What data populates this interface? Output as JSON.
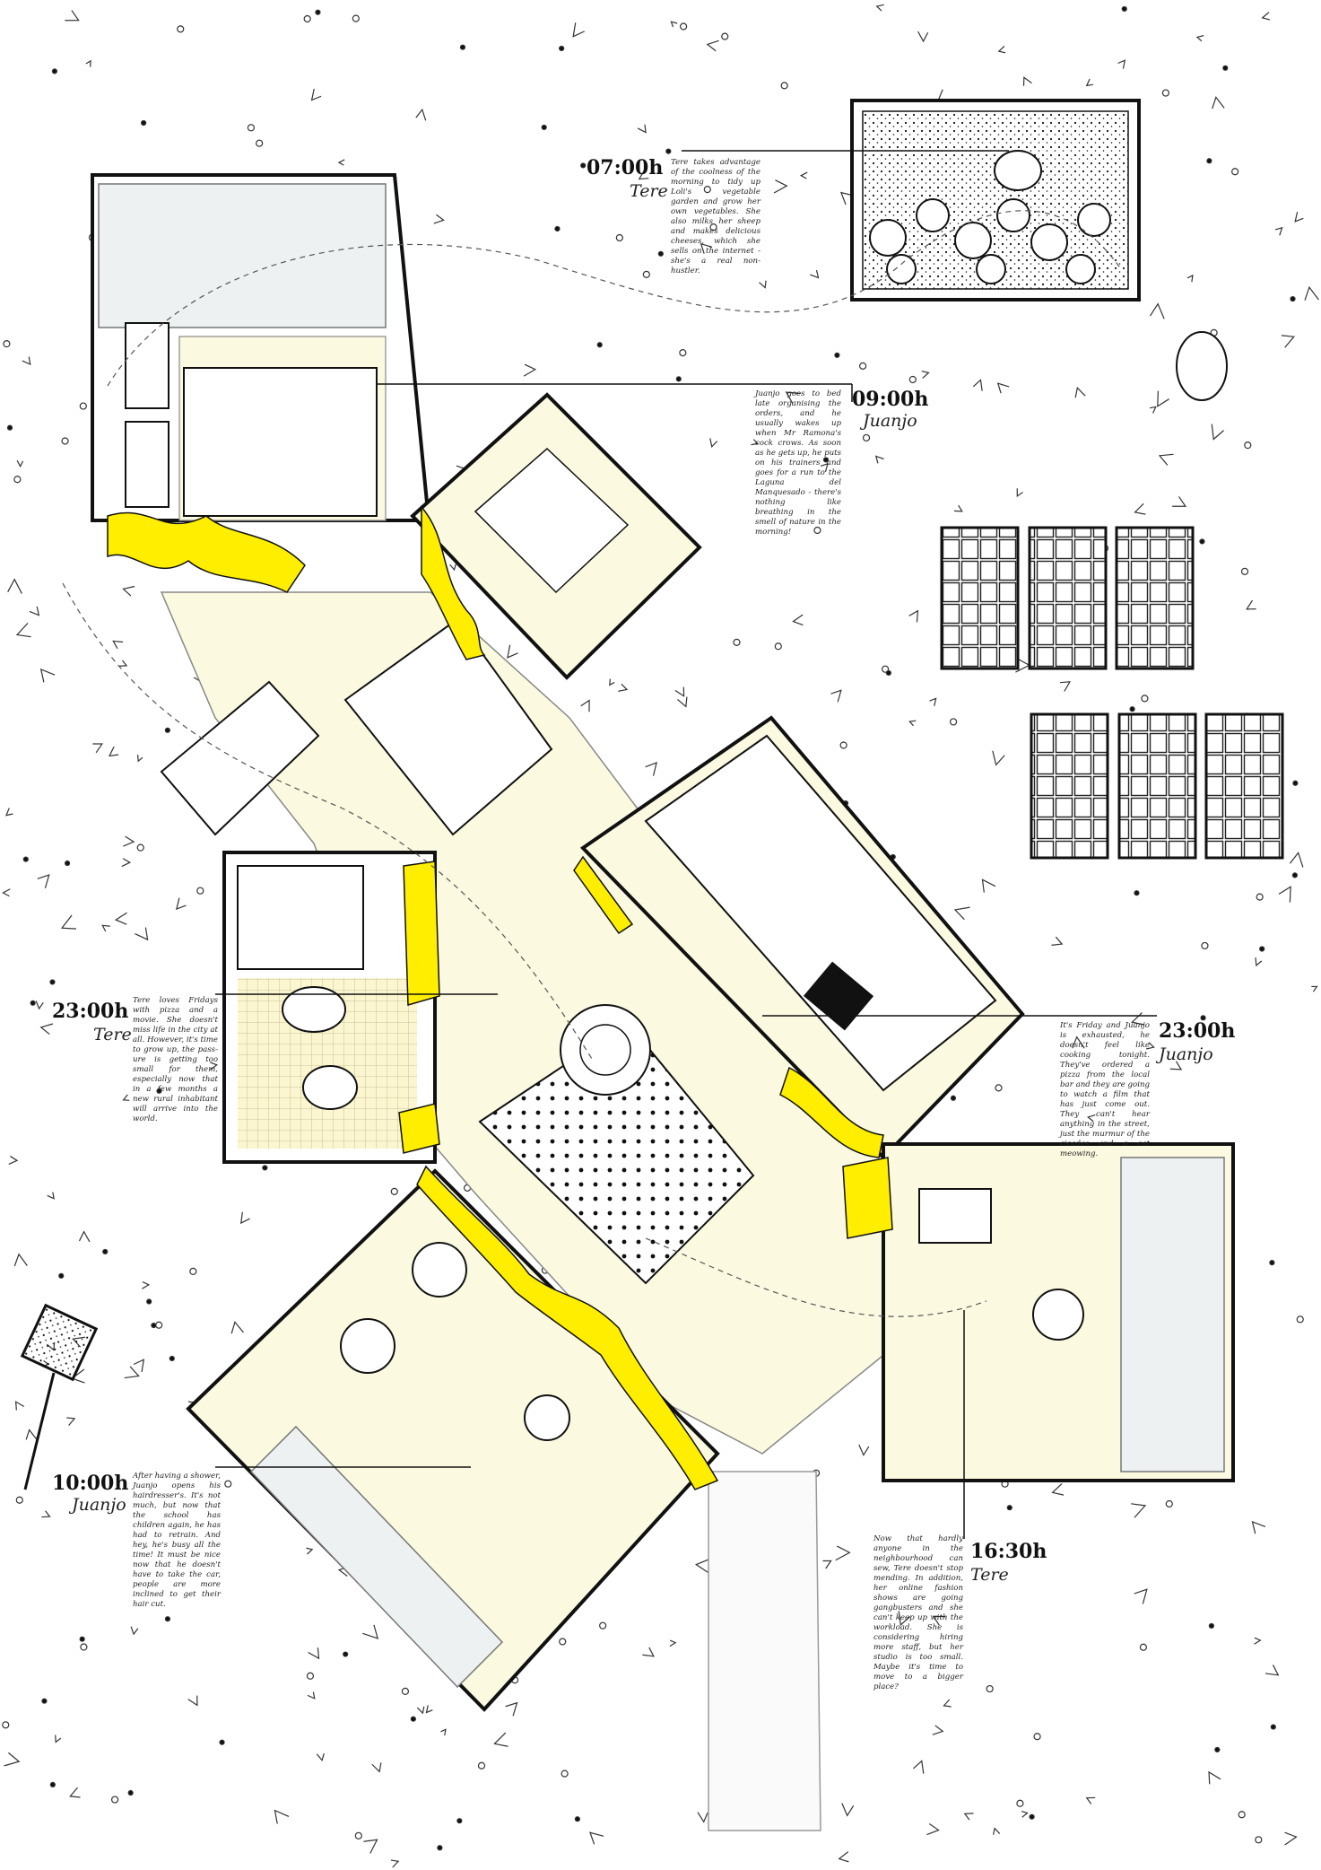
{
  "annotations": [
    {
      "id": "a0700",
      "time": "07:00h",
      "person": "Tere",
      "text": "Tere takes advantage of the coolness of the morning to tidy up Loli's vegetable garden and grow her own vegetables. She also milks her sheep and makes delicious cheeses, which she sells on the internet - she's a real non-hustler."
    },
    {
      "id": "a0900",
      "time": "09:00h",
      "person": "Juanjo",
      "text": "Juanjo goes to bed late organising the orders, and he usually wakes up when Mr Ramona's cock crows. As soon as he gets up, he puts on his trainers and goes for a run to the Laguna del Manquesado - there's nothing like breathing in the smell of nature in the morning!"
    },
    {
      "id": "a2300t",
      "time": "23:00h",
      "person": "Tere",
      "text": "Tere loves Fridays with pizza and a movie. She doesn't miss life in the city at all. However, it's time to grow up, the pass-ure is getting too small for them, especially now that in a few months a new rural inhabitant will arrive into the world."
    },
    {
      "id": "a2300j",
      "time": "23:00h",
      "person": "Juanjo",
      "text": "It's Friday and Juanjo is exhausted, he doesn't feel like cooking tonight. They've ordered a pizza from the local bar and they are going to watch a film that has just come out. They can't hear anything in the street, just the murmur of the cicadas and a cat meowing."
    },
    {
      "id": "a1000",
      "time": "10:00h",
      "person": "Juanjo",
      "text": "After having a shower, Juanjo opens his hairdresser's. It's not much, but now that the school has children again, he has had to retrain. And hey, he's busy all the time! It must be nice now that he doesn't have to take the car, people are more inclined to get their hair cut."
    },
    {
      "id": "a1630",
      "time": "16:30h",
      "person": "Tere",
      "text": "Now that hardly anyone in the neighbourhood can sew, Tere doesn't stop mending. In addition, her online fashion shows are going gangbusters and she can't keep up with the workload. She is considering hiring more staff, but her studio is too small. Maybe it's time to move to a bigger place?"
    }
  ],
  "colors": {
    "accent": "#ffee00",
    "floor": "#fbf9e0",
    "ink": "#1a1a1a",
    "wall": "#9a9a9a",
    "glass": "#e4e8ea"
  }
}
